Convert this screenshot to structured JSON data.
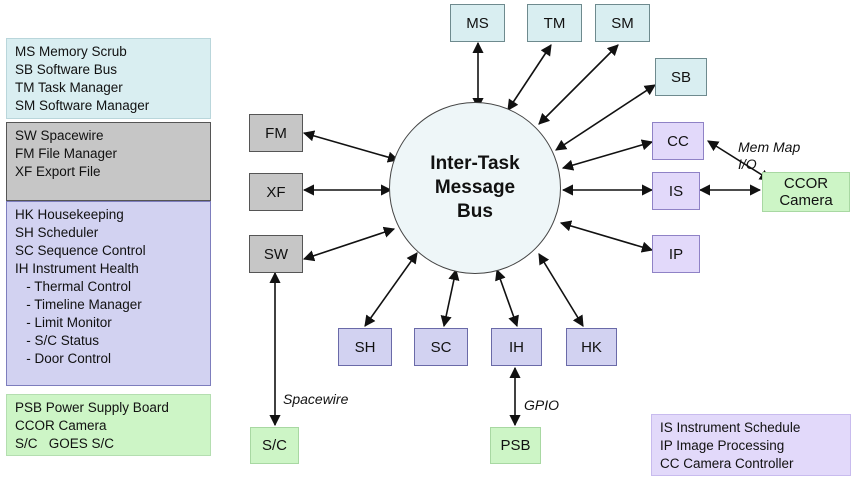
{
  "legend_blue": [
    "MS Memory Scrub",
    "SB Software Bus",
    "TM Task Manager",
    "SM Software Manager"
  ],
  "legend_gray": [
    "SW Spacewire",
    "FM File Manager",
    "XF Export File"
  ],
  "legend_purple": [
    "HK Housekeeping",
    "SH Scheduler",
    "SC Sequence Control",
    "IH Instrument Health",
    "   - Thermal Control",
    "   - Timeline Manager",
    "   - Limit Monitor",
    "   - S/C Status",
    "   - Door Control"
  ],
  "legend_green": [
    "PSB Power Supply Board",
    "CCOR Camera",
    "S/C   GOES S/C"
  ],
  "legend_purple2": [
    "IS Instrument Schedule",
    "IP Image Processing",
    "CC Camera Controller"
  ],
  "bus": {
    "line1": "Inter-Task",
    "line2": "Message",
    "line3": "Bus"
  },
  "nodes": {
    "ms": "MS",
    "tm": "TM",
    "sm": "SM",
    "sb": "SB",
    "fm": "FM",
    "xf": "XF",
    "sw": "SW",
    "cc": "CC",
    "is": "IS",
    "ip": "IP",
    "sh": "SH",
    "sc": "SC",
    "ih": "IH",
    "hk": "HK",
    "psb": "PSB",
    "spacecraft": "S/C",
    "ccor": "CCOR\nCamera"
  },
  "labels": {
    "mem_map": "Mem Map\nI/O",
    "spacewire": "Spacewire",
    "gpio": "GPIO"
  },
  "colors": {
    "blue": "#d9eef1",
    "gray": "#c6c6c6",
    "purple": "#d2d2f1",
    "lavender": "#e2d9fa",
    "green": "#cdf5c6"
  }
}
